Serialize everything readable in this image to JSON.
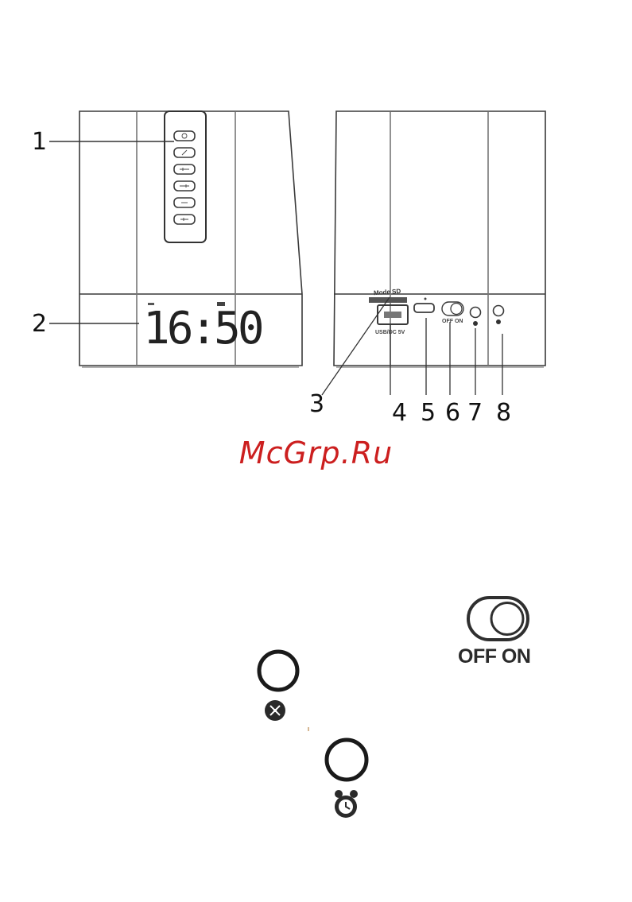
{
  "callouts": {
    "c1": "1",
    "c2": "2",
    "c3": "3",
    "c4": "4",
    "c5": "5",
    "c6": "6",
    "c7": "7",
    "c8": "8"
  },
  "display": {
    "time": "16:50"
  },
  "back_panel": {
    "mode_label": "Mode SD",
    "usb_label": "USB/DC 5V",
    "switch_small_label": "OFF ON"
  },
  "watermark": "McGrp.Ru",
  "switch_icon": {
    "label": "OFF ON"
  },
  "icons": {
    "button_7": "sleep-timer-icon",
    "button_8": "alarm-clock-icon"
  },
  "colors": {
    "watermark": "#cc1f1f",
    "line": "#333333",
    "icon": "#1a1a1a"
  }
}
